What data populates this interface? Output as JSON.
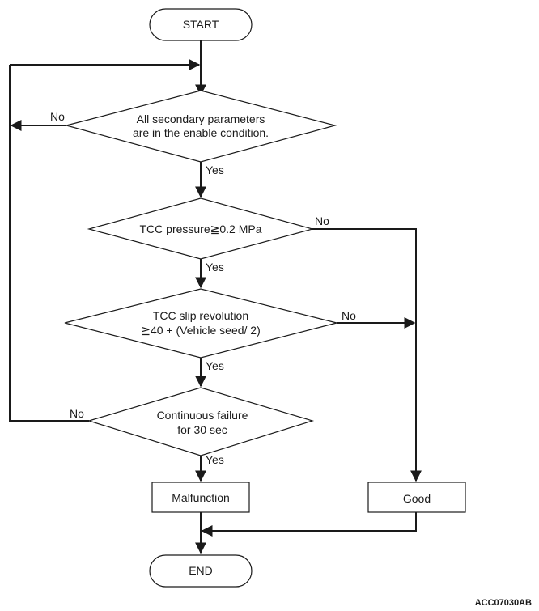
{
  "flowchart": {
    "start": "START",
    "end": "END",
    "decisions": [
      {
        "line1": "All secondary parameters",
        "line2": "are in the enable condition."
      },
      {
        "line1": "TCC pressure≧0.2 MPa",
        "line2": ""
      },
      {
        "line1": "TCC slip revolution",
        "line2": "≧40 + (Vehicle seed/ 2)"
      },
      {
        "line1": "Continuous failure",
        "line2": "for 30 sec"
      }
    ],
    "malfunction": "Malfunction",
    "good": "Good",
    "yes_label": "Yes",
    "no_label": "No"
  },
  "figure_code": "ACC07030AB"
}
